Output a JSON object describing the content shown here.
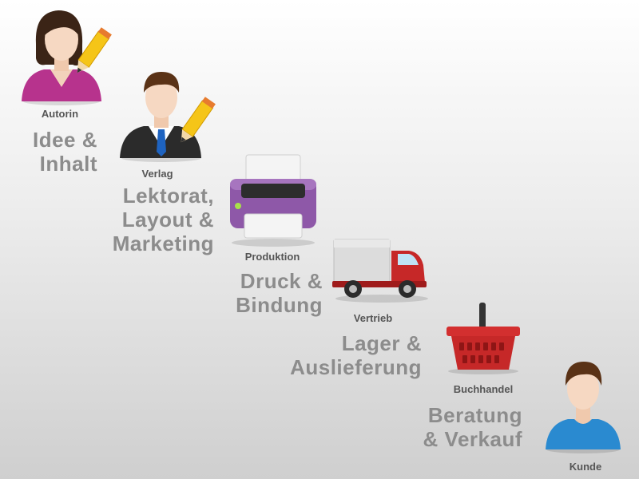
{
  "steps": [
    {
      "role": "Autorin",
      "icon": "woman-writer-icon",
      "text": [
        "Idee &",
        "Inhalt"
      ]
    },
    {
      "role": "Verlag",
      "icon": "man-writer-icon",
      "text": [
        "Lektorat,",
        "Layout &",
        "Marketing"
      ]
    },
    {
      "role": "Produktion",
      "icon": "printer-icon",
      "text": [
        "Druck &",
        "Bindung"
      ]
    },
    {
      "role": "Vertrieb",
      "icon": "truck-icon",
      "text": [
        "Lager &",
        "Auslieferung"
      ]
    },
    {
      "role": "Buchhandel",
      "icon": "basket-icon",
      "text": [
        "Beratung",
        "& Verkauf"
      ]
    },
    {
      "role": "Kunde",
      "icon": "customer-icon",
      "text": []
    }
  ],
  "colors": {
    "text_gray": "#8c8c8c",
    "role_gray": "#555555",
    "printer_purple": "#8e58a8",
    "truck_red": "#c62828",
    "basket_red": "#c62828",
    "woman_top": "#b7338d",
    "customer_shirt": "#2a8ad0"
  }
}
